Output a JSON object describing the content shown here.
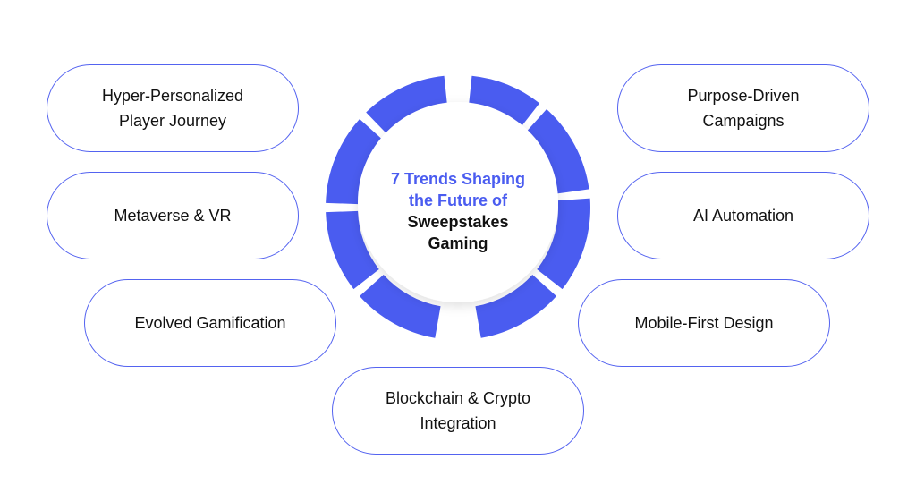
{
  "colors": {
    "accent": "#4a5cf0",
    "pill_border": "#5463f0",
    "text": "#111111"
  },
  "center": {
    "line1": "7 Trends Shaping",
    "line2": "the Future of",
    "line3": "Sweepstakes",
    "line4": "Gaming"
  },
  "trends": {
    "hyper": "Hyper-Personalized\nPlayer Journey",
    "metaverse": "Metaverse & VR",
    "evolved": "Evolved Gamification",
    "blockchain": "Blockchain & Crypto\nIntegration",
    "purpose": "Purpose-Driven\nCampaigns",
    "ai": "AI Automation",
    "mobile": "Mobile-First Design"
  }
}
